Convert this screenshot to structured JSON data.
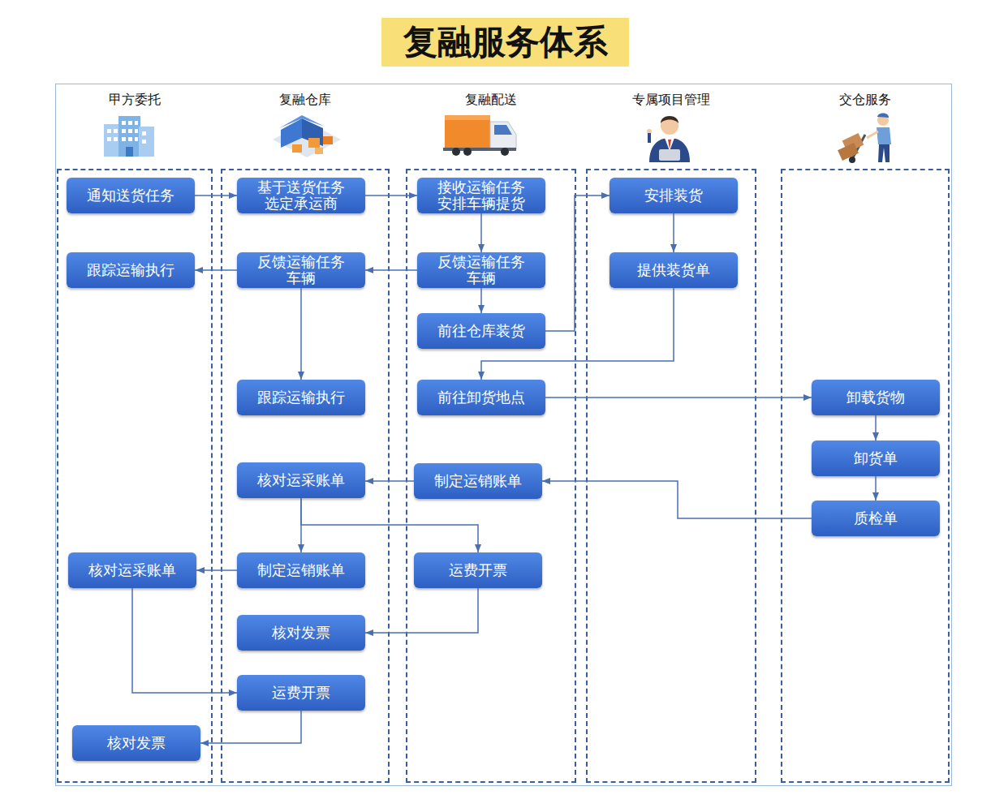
{
  "diagram": {
    "title": "复融服务体系",
    "nodes": [
      {
        "text": [
          "甲方委托"
        ]
      },
      {
        "text": [
          "通知送货任务"
        ],
        "in": 0
      },
      {
        "text": [
          "跟踪运输执行"
        ],
        "in": 0
      },
      {
        "text": [
          "核对运采账单"
        ],
        "in": 0
      },
      {
        "text": [
          "核对发票"
        ],
        "in": 0
      },
      {
        "text": [
          "复融仓库"
        ]
      },
      {
        "text": [
          "基于送货任务 选定承运商"
        ],
        "in": 5
      },
      {
        "text": [
          "反馈运输任务 车辆"
        ],
        "in": 5
      },
      {
        "text": [
          "跟踪运输执行"
        ],
        "in": 5
      },
      {
        "text": [
          "核对运采账单"
        ],
        "in": 5
      },
      {
        "text": [
          "制定运销账单"
        ],
        "in": 5
      },
      {
        "text": [
          "核对发票"
        ],
        "in": 5
      },
      {
        "text": [
          "运费开票"
        ],
        "in": 5
      },
      {
        "text": [
          "复融配送"
        ]
      },
      {
        "text": [
          "接收运输任务 安排车辆提货"
        ],
        "in": 13
      },
      {
        "text": [
          "反馈运输任务 车辆"
        ],
        "in": 13
      },
      {
        "text": [
          "前往仓库装货"
        ],
        "in": 13
      },
      {
        "text": [
          "前往卸货地点"
        ],
        "in": 13
      },
      {
        "text": [
          "制定运销账单"
        ],
        "in": 13
      },
      {
        "text": [
          "运费开票"
        ],
        "in": 13
      },
      {
        "text": [
          "专属项目管理"
        ]
      },
      {
        "text": [
          "安排装货"
        ],
        "in": 20
      },
      {
        "text": [
          "提供装货单"
        ],
        "in": 20
      },
      {
        "text": [
          "交仓服务"
        ]
      },
      {
        "text": [
          "卸载货物"
        ],
        "in": 23
      },
      {
        "text": [
          "卸货单"
        ],
        "in": 23
      },
      {
        "text": [
          "质检单"
        ],
        "in": 23
      }
    ],
    "edges": [
      {
        "from": 1,
        "to": 6,
        "arrow": "to"
      },
      {
        "from": 6,
        "to": 14,
        "arrow": "to"
      },
      {
        "from": 14,
        "to": 15,
        "arrow": "to"
      },
      {
        "from": 15,
        "to": 7,
        "arrow": "to"
      },
      {
        "from": 7,
        "to": 2,
        "arrow": "to"
      },
      {
        "from": 15,
        "to": 16,
        "arrow": "to"
      },
      {
        "from": 7,
        "to": 8,
        "arrow": "to"
      },
      {
        "from": 16,
        "to": 21,
        "arrow": "to"
      },
      {
        "from": 21,
        "to": 22,
        "arrow": "to"
      },
      {
        "from": 22,
        "to": 17,
        "arrow": "to"
      },
      {
        "from": 17,
        "to": 24,
        "arrow": "to"
      },
      {
        "from": 24,
        "to": 25,
        "arrow": "to"
      },
      {
        "from": 25,
        "to": 26,
        "arrow": "to"
      },
      {
        "from": 26,
        "to": 18,
        "arrow": "to"
      },
      {
        "from": 18,
        "to": 9,
        "arrow": "to"
      },
      {
        "from": 9,
        "to": 10,
        "arrow": "to"
      },
      {
        "from": 9,
        "to": 19,
        "arrow": "to"
      },
      {
        "from": 10,
        "to": 3,
        "arrow": "to"
      },
      {
        "from": 19,
        "to": 11,
        "arrow": "to"
      },
      {
        "from": 3,
        "to": 12,
        "arrow": "to"
      },
      {
        "from": 12,
        "to": 4,
        "arrow": "to"
      }
    ]
  }
}
